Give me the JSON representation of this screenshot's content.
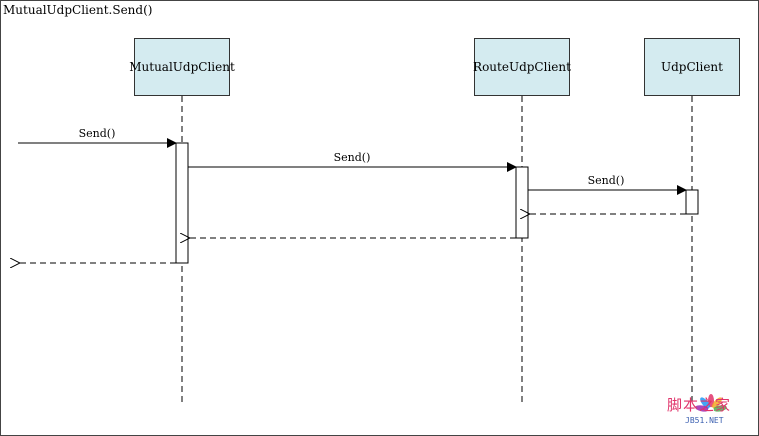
{
  "diagram": {
    "title": "MutualUdpClient.Send()",
    "lifelines": [
      {
        "name": "MutualUdpClient"
      },
      {
        "name": "RouteUdpClient"
      },
      {
        "name": "UdpClient"
      }
    ],
    "messages": [
      {
        "label": "Send()",
        "from": "external",
        "to": "MutualUdpClient",
        "kind": "call"
      },
      {
        "label": "Send()",
        "from": "MutualUdpClient",
        "to": "RouteUdpClient",
        "kind": "call"
      },
      {
        "label": "Send()",
        "from": "RouteUdpClient",
        "to": "UdpClient",
        "kind": "call"
      },
      {
        "label": "",
        "from": "UdpClient",
        "to": "RouteUdpClient",
        "kind": "return"
      },
      {
        "label": "",
        "from": "RouteUdpClient",
        "to": "MutualUdpClient",
        "kind": "return"
      },
      {
        "label": "",
        "from": "MutualUdpClient",
        "to": "external",
        "kind": "return"
      }
    ]
  },
  "watermark": {
    "text": "脚本之家",
    "subtext": "JB51.NET",
    "colors": [
      "#e0336a",
      "#f5a623",
      "#4caf50",
      "#2196f3",
      "#9c27b0"
    ]
  }
}
